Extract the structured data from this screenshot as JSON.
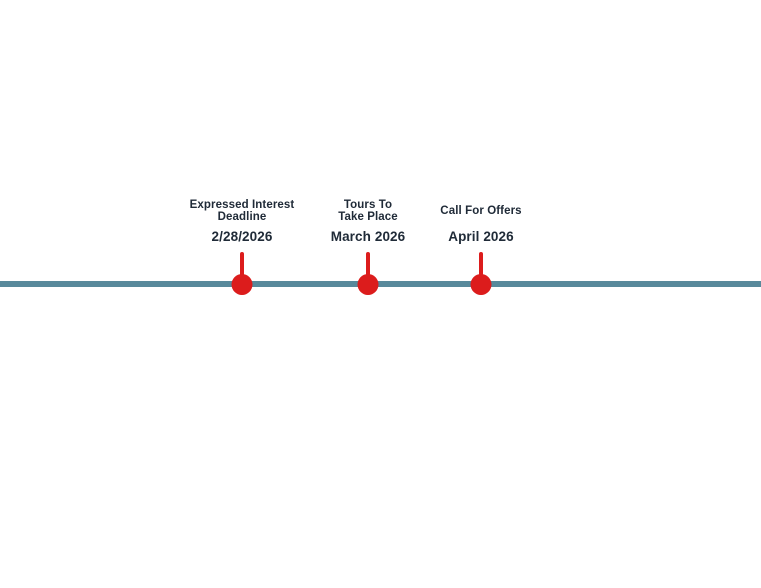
{
  "timeline": {
    "background_color": "#FFFFFF",
    "line_color": "#58899B",
    "marker_color": "#DC1C1C",
    "text_color": "#202B38",
    "milestones": [
      {
        "title_lines": [
          "Expressed Interest",
          "Deadline"
        ],
        "date": "2/28/2026"
      },
      {
        "title_lines": [
          "Tours To",
          "Take Place"
        ],
        "date": "March 2026"
      },
      {
        "title_lines": [
          "Call For Offers"
        ],
        "date": "April 2026"
      }
    ]
  }
}
